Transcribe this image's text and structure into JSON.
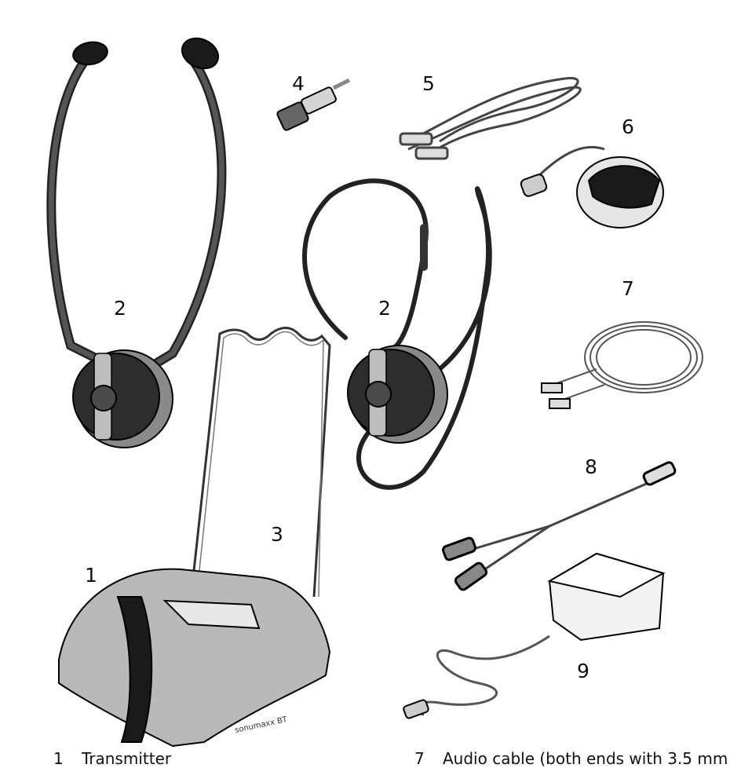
{
  "labels": {
    "base": "1",
    "headset_stethoscope": "2",
    "headset_neckloop": "2",
    "stand": "3",
    "adapter": "4",
    "cable_rca": "5",
    "mic_sensor": "6",
    "cable_jack": "7",
    "y_cable": "8",
    "power_supply": "9"
  },
  "product": {
    "brand_text": "sonumaxx BT"
  },
  "captions": {
    "left": {
      "num": "1",
      "text": "Transmitter"
    },
    "right": {
      "num": "7",
      "text": "Audio cable (both ends with 3.5 mm"
    }
  }
}
